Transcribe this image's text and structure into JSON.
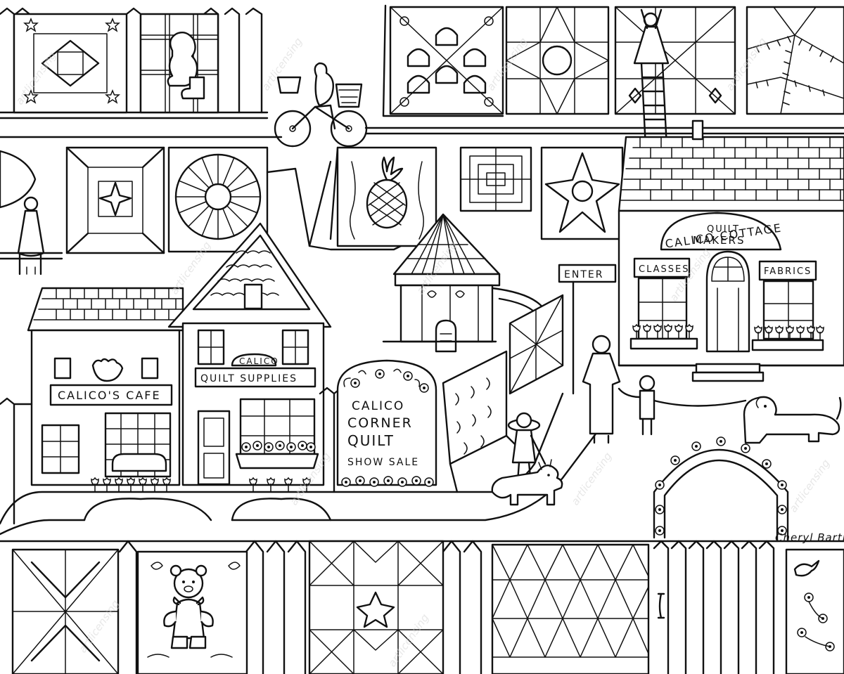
{
  "signs": {
    "cafe": "CALICO'S CAFE",
    "supplies_arch": "CALICO",
    "supplies": "QUILT SUPPLIES",
    "show_line1": "CALICO",
    "show_line2": "CORNER",
    "show_line3": "QUILT",
    "show_line4": "SHOW SALE",
    "enter": "ENTER",
    "cottage_line1": "CALICO COTTAGE",
    "cottage_line2": "QUILT",
    "cottage_line3": "MAKERS",
    "classes": "CLASSES",
    "fabrics": "FABRICS"
  },
  "signature": "Cheryl Bartley",
  "watermark": "artlicensing"
}
